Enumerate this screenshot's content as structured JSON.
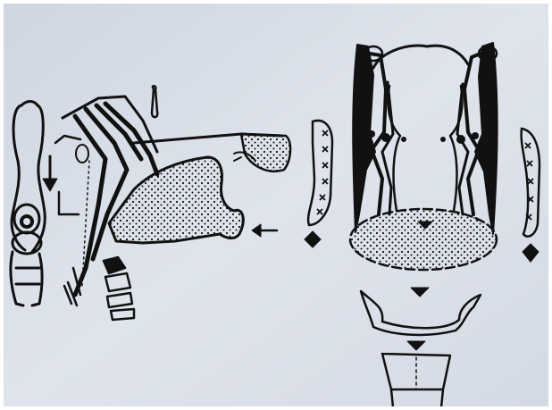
{
  "figure": {
    "description_colors": {
      "paper": "#dde2ea",
      "paper_shadow": "#c9d0dc",
      "ink": "#111111",
      "frame": "#ffffff"
    },
    "panels": [
      {
        "id": "left",
        "content": "sagittal-section-drawing"
      },
      {
        "id": "right",
        "content": "frontal-section-drawing"
      }
    ],
    "arrow_marks": [
      "down-arrow",
      "left-arrow",
      "down-arrows"
    ],
    "suture_marks": "x"
  }
}
